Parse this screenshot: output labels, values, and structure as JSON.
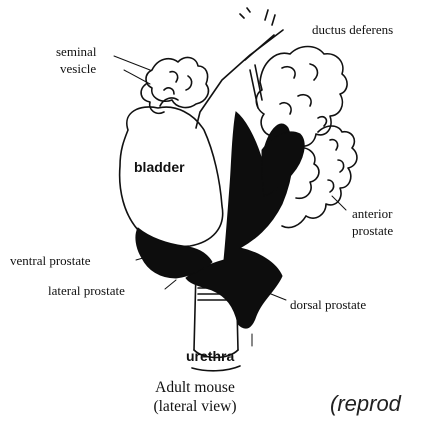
{
  "labels": {
    "ductus_deferens": "ductus deferens",
    "seminal_line1": "seminal",
    "seminal_line2": "vesicle",
    "bladder": "bladder",
    "anterior_line1": "anterior",
    "anterior_line2": "prostate",
    "ventral_prostate": "ventral prostate",
    "lateral_prostate": "lateral prostate",
    "dorsal_prostate": "dorsal prostate",
    "urethra": "urethra"
  },
  "caption": {
    "line1": "Adult mouse",
    "line2": "(lateral view)"
  },
  "credit": "(reprod",
  "colors": {
    "ink": "#111111",
    "prostate_fill": "#0d0d0d",
    "background": "#ffffff"
  }
}
